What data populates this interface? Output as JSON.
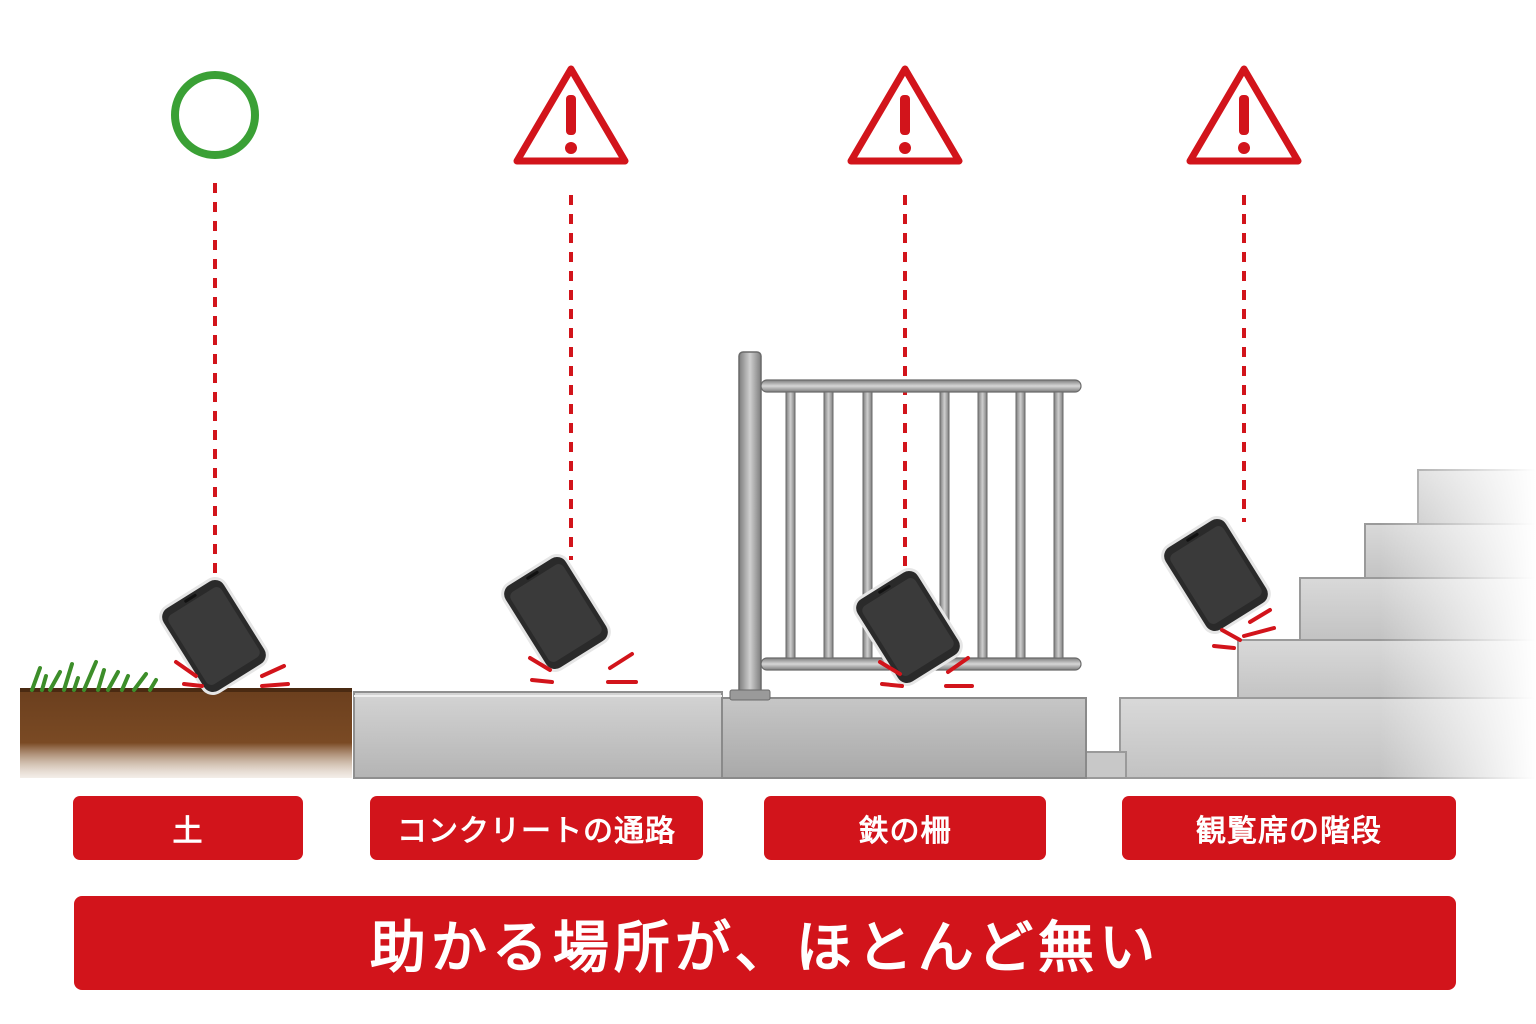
{
  "surfaces": [
    {
      "label": "土",
      "status": "safe",
      "status_icon": "green-circle-icon"
    },
    {
      "label": "コンクリートの通路",
      "status": "warning",
      "status_icon": "warning-triangle-icon"
    },
    {
      "label": "鉄の柵",
      "status": "warning",
      "status_icon": "warning-triangle-icon"
    },
    {
      "label": "観覧席の階段",
      "status": "warning",
      "status_icon": "warning-triangle-icon"
    }
  ],
  "banner": "助かる場所が、ほとんど無い",
  "colors": {
    "accent_red": "#d2141b",
    "safe_green": "#3aa035",
    "phone": "#2a2a2a"
  }
}
